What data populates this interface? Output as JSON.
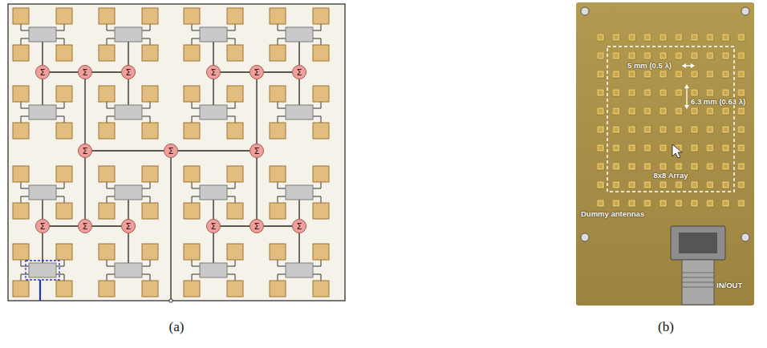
{
  "diagram": {
    "nodes": [
      {
        "text": [
          "Σ"
        ]
      },
      {
        "text": [
          "Σ"
        ]
      },
      {
        "text": [
          "Σ"
        ]
      },
      {
        "text": [
          "Σ"
        ]
      },
      {
        "text": [
          "Σ"
        ]
      },
      {
        "text": [
          "Σ"
        ]
      },
      {
        "text": [
          "Σ"
        ]
      },
      {
        "text": [
          "Σ"
        ]
      },
      {
        "text": [
          "Σ"
        ]
      },
      {
        "text": [
          "Σ"
        ]
      },
      {
        "text": [
          "Σ"
        ]
      },
      {
        "text": [
          "Σ"
        ]
      },
      {
        "text": [
          "Σ"
        ]
      },
      {
        "text": [
          "Σ"
        ]
      },
      {
        "text": [
          "Σ"
        ]
      }
    ],
    "edges": [
      {
        "from": 0,
        "to": 1,
        "arrow": "none"
      },
      {
        "from": 2,
        "to": 1,
        "arrow": "none"
      },
      {
        "from": 3,
        "to": 4,
        "arrow": "none"
      },
      {
        "from": 5,
        "to": 4,
        "arrow": "none"
      },
      {
        "from": 9,
        "to": 10,
        "arrow": "none"
      },
      {
        "from": 11,
        "to": 10,
        "arrow": "none"
      },
      {
        "from": 12,
        "to": 13,
        "arrow": "none"
      },
      {
        "from": 14,
        "to": 13,
        "arrow": "none"
      },
      {
        "from": 1,
        "to": 6,
        "arrow": "none"
      },
      {
        "from": 10,
        "to": 6,
        "arrow": "none"
      },
      {
        "from": 4,
        "to": 8,
        "arrow": "none"
      },
      {
        "from": 13,
        "to": 8,
        "arrow": "none"
      },
      {
        "from": 6,
        "to": 7,
        "arrow": "none"
      },
      {
        "from": 8,
        "to": 7,
        "arrow": "none"
      }
    ],
    "labels": [
      "(a)",
      "(b)",
      "5 mm (0.5 λ)",
      "6.3 mm (0.63 λ)",
      "8x8 Array",
      "Dummy antennas",
      "IN/OUT"
    ]
  }
}
